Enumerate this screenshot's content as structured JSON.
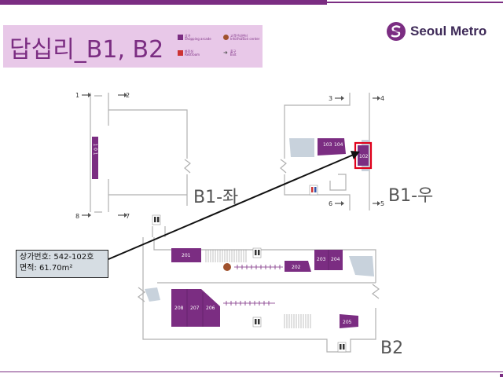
{
  "title": "답십리_B1, B2",
  "brand": {
    "name": "Seoul Metro",
    "color": "#7b2d82"
  },
  "legend": {
    "items": [
      {
        "icon": "shop-square-icon",
        "text": "상가\nShopping arcade",
        "color": "#7b2d82"
      },
      {
        "icon": "info-circle-icon",
        "text": "고객안내센터\nInformation center",
        "color": "#a0522d"
      },
      {
        "icon": "restroom-icon",
        "text": "화장실\nRestroom",
        "color": "#cc3333"
      },
      {
        "icon": "exit-arrow-icon",
        "text": "출구\nExit",
        "color": "#555555"
      }
    ]
  },
  "levels": {
    "b1_left": "B1-좌",
    "b1_right": "B1-우",
    "b2": "B2"
  },
  "exits": [
    "1",
    "2",
    "3",
    "4",
    "5",
    "6",
    "7",
    "8"
  ],
  "shops": {
    "s101": "1 0 1",
    "s102": "102",
    "s103": "103",
    "s104": "104",
    "s201": "201",
    "s202": "202",
    "s203": "203",
    "s204": "204",
    "s205": "205",
    "s206": "206",
    "s207": "207",
    "s208": "208"
  },
  "highlight": {
    "shop_number_line": "상가번호: 542-102호",
    "area_line": "면적: 61.70m²",
    "highlight_color": "#e0001b"
  }
}
